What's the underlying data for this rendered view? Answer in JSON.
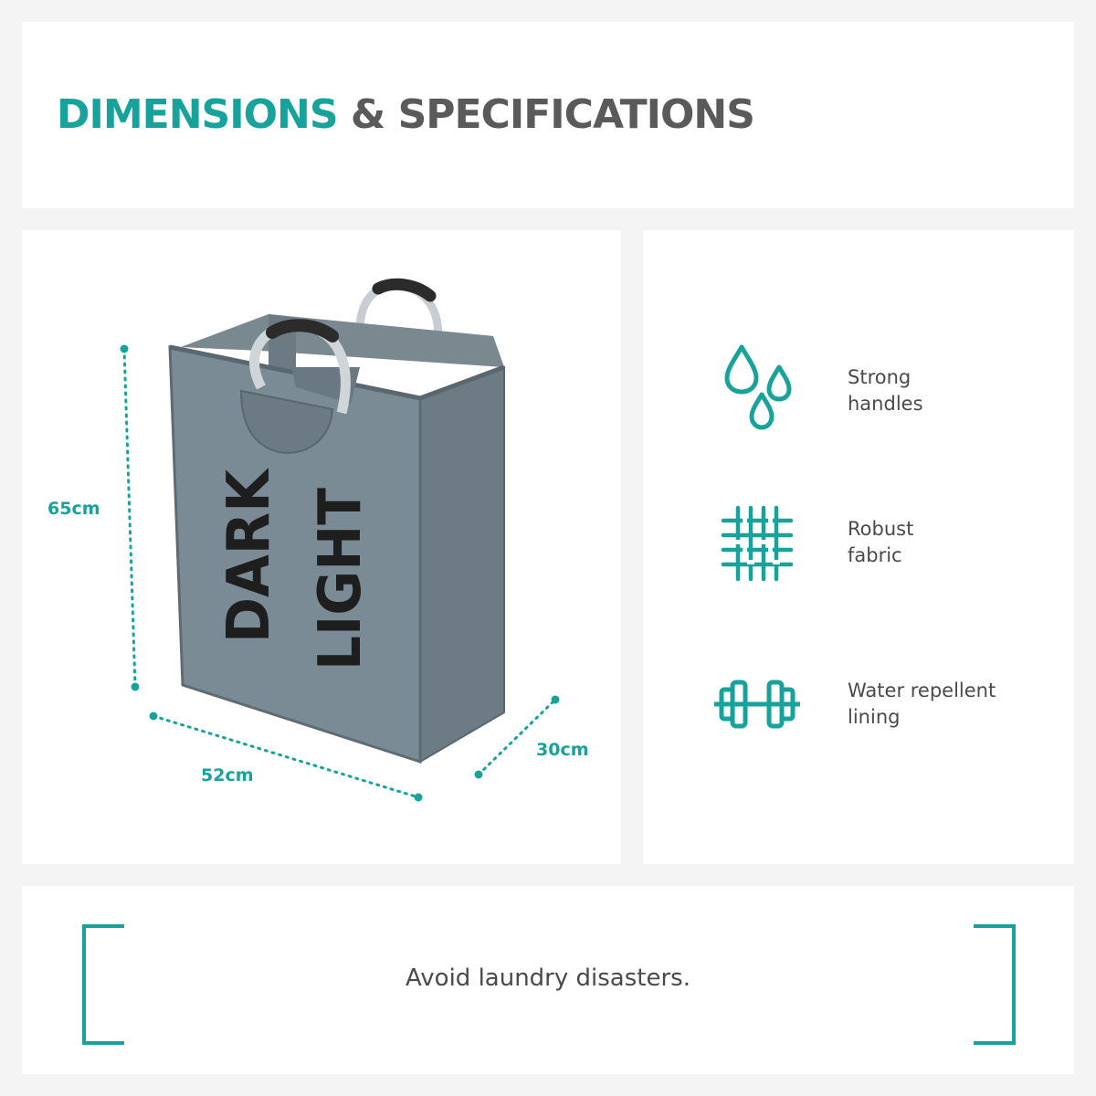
{
  "header": {
    "title_accent": "DIMENSIONS",
    "title_rest": "& SPECIFICATIONS"
  },
  "product": {
    "print_left": "DARK",
    "print_right": "LIGHT",
    "dimensions": {
      "height": "65cm",
      "width": "52cm",
      "depth": "30cm"
    }
  },
  "features": [
    {
      "icon": "water-drops-icon",
      "line1": "Strong",
      "line2": "handles"
    },
    {
      "icon": "woven-fabric-icon",
      "line1": "Robust",
      "line2": "fabric"
    },
    {
      "icon": "dumbbell-icon",
      "line1": "Water repellent",
      "line2": "lining"
    }
  ],
  "tagline": "Avoid laundry disasters.",
  "colors": {
    "accent": "#17a39b",
    "heading_gray": "#5a5a5c",
    "text": "#4a4a4c",
    "basket": "#7b8b95"
  }
}
